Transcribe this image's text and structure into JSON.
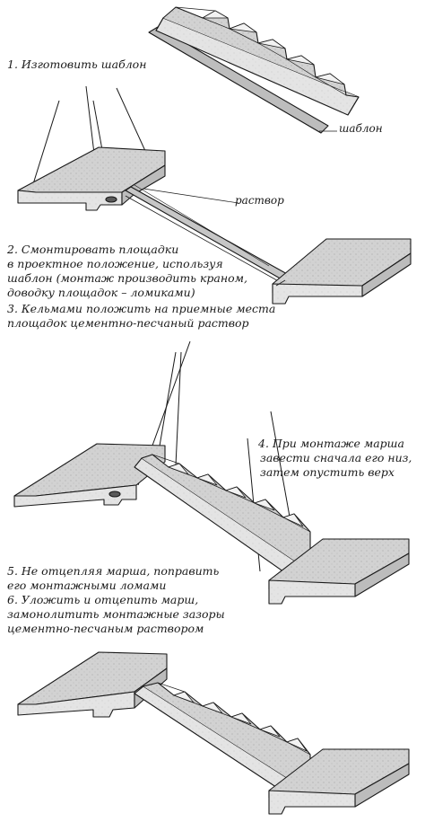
{
  "labels": {
    "step1": "1. Изготовить шаблон",
    "template": "шаблон",
    "mortar": "раствор",
    "step2_l1": "2. Смонтировать площадки",
    "step2_l2": "в проектное положение, используя",
    "step2_l3": "шаблон (монтаж производить краном,",
    "step2_l4": "доводку площадок – ломиками)",
    "step3_l1": "3. Кельмами положить на приемные места",
    "step3_l2": "площадок цементно-песчаный раствор",
    "step4_l1": "4. При монтаже марша",
    "step4_l2": "завести сначала его низ,",
    "step4_l3": "затем опустить верх",
    "step5_l1": "5. Не отцепляя марша, поправить",
    "step5_l2": "его монтажными ломами",
    "step6_l1": "6. Уложить и отцепить марш,",
    "step6_l2": "замонолитить монтажные зазоры",
    "step6_l3": "цементно-песчаным раствором"
  },
  "colors": {
    "ink": "#1a1a1a",
    "concrete_top": "#cfcfcf",
    "concrete_side": "#e6e6e6",
    "concrete_dark": "#9a9a9a"
  }
}
